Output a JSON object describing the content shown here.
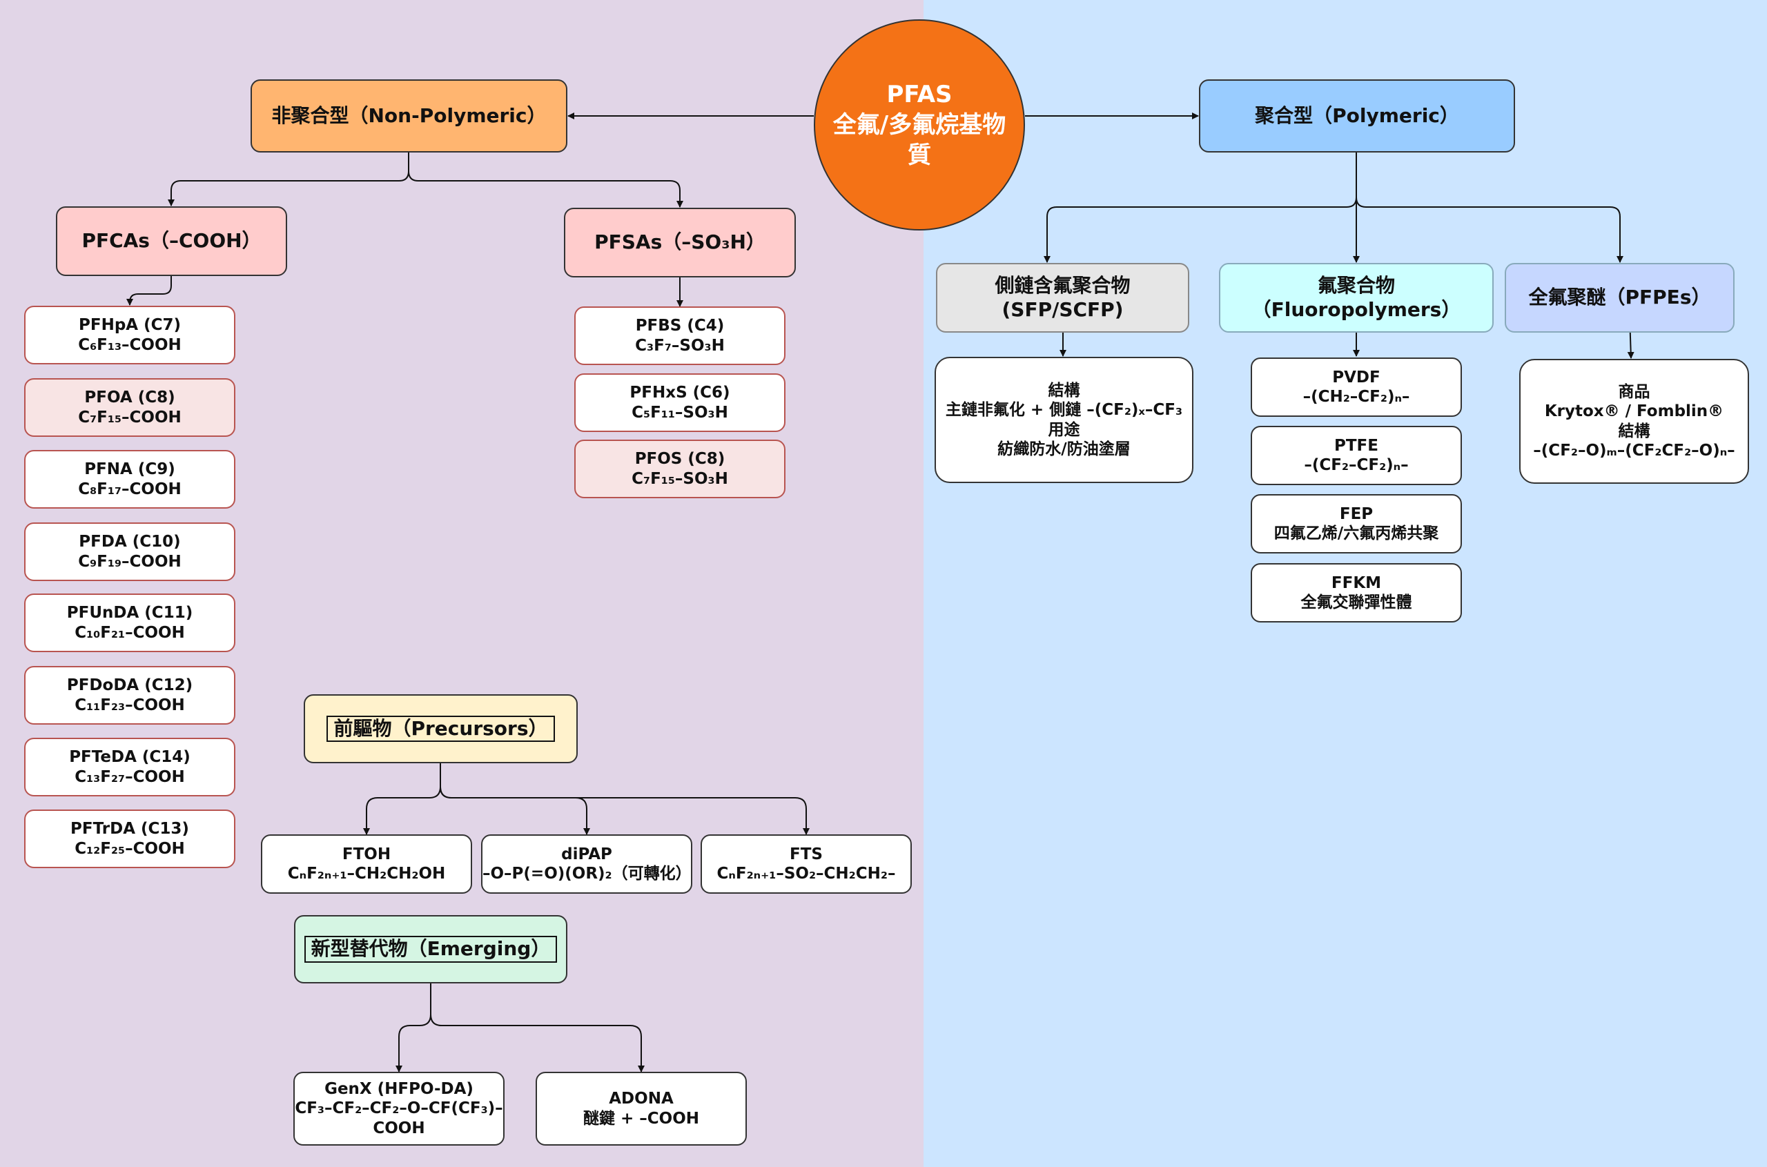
{
  "root": {
    "line1": "PFAS",
    "line2": "全氟/多氟烷基物",
    "line3": "質",
    "color": "#f47216"
  },
  "non_polymeric": {
    "title": "非聚合型（Non-Polymeric）",
    "pfcas": {
      "title": "PFCAs（–COOH）",
      "items": [
        {
          "name": "PFHpA (C7)",
          "formula": "C₆F₁₃–COOH"
        },
        {
          "name": "PFOA (C8)",
          "formula": "C₇F₁₅–COOH"
        },
        {
          "name": "PFNA (C9)",
          "formula": "C₈F₁₇–COOH"
        },
        {
          "name": "PFDA (C10)",
          "formula": "C₉F₁₉–COOH"
        },
        {
          "name": "PFUnDA (C11)",
          "formula": "C₁₀F₂₁–COOH"
        },
        {
          "name": "PFDoDA (C12)",
          "formula": "C₁₁F₂₃–COOH"
        },
        {
          "name": "PFTeDA (C14)",
          "formula": "C₁₃F₂₇–COOH"
        },
        {
          "name": "PFTrDA (C13)",
          "formula": "C₁₂F₂₅–COOH"
        }
      ]
    },
    "pfsas": {
      "title": "PFSAs（–SO₃H）",
      "items": [
        {
          "name": "PFBS (C4)",
          "formula": "C₃F₇–SO₃H"
        },
        {
          "name": "PFHxS (C6)",
          "formula": "C₅F₁₁–SO₃H"
        },
        {
          "name": "PFOS (C8)",
          "formula": "C₇F₁₅–SO₃H"
        }
      ]
    },
    "precursors": {
      "title": "前驅物（Precursors）",
      "items": [
        {
          "name": "FTOH",
          "formula": "CₙF₂ₙ₊₁–CH₂CH₂OH"
        },
        {
          "name": "diPAP",
          "formula": "–O–P(=O)(OR)₂（可轉化）"
        },
        {
          "name": "FTS",
          "formula": "CₙF₂ₙ₊₁–SO₂–CH₂CH₂–"
        }
      ]
    },
    "emerging": {
      "title": "新型替代物（Emerging）",
      "items": [
        {
          "name": "GenX (HFPO-DA)",
          "formula": "CF₃–CF₂–CF₂–O–CF(CF₃)–",
          "formula2": "COOH"
        },
        {
          "name": "ADONA",
          "formula": "醚鍵 + –COOH"
        }
      ]
    }
  },
  "polymeric": {
    "title": "聚合型（Polymeric）",
    "sfp": {
      "title_line1": "側鏈含氟聚合物",
      "title_line2": "(SFP/SCFP)",
      "detail": {
        "l1": "結構",
        "l2": "主鏈非氟化 + 側鏈 –(CF₂)ₓ–CF₃",
        "l3": "用途",
        "l4": "紡織防水/防油塗層"
      }
    },
    "fluoropolymers": {
      "title": "氟聚合物（Fluoropolymers）",
      "items": [
        {
          "name": "PVDF",
          "formula": "–(CH₂–CF₂)ₙ–"
        },
        {
          "name": "PTFE",
          "formula": "–(CF₂–CF₂)ₙ–"
        },
        {
          "name": "FEP",
          "formula": "四氟乙烯/六氟丙烯共聚"
        },
        {
          "name": "FFKM",
          "formula": "全氟交聯彈性體"
        }
      ]
    },
    "pfpes": {
      "title": "全氟聚醚（PFPEs）",
      "detail": {
        "l1": "商品",
        "l2": "Krytox® / Fomblin®",
        "l3": "結構",
        "l4": "–(CF₂–O)ₘ–(CF₂CF₂–O)ₙ–"
      }
    }
  }
}
